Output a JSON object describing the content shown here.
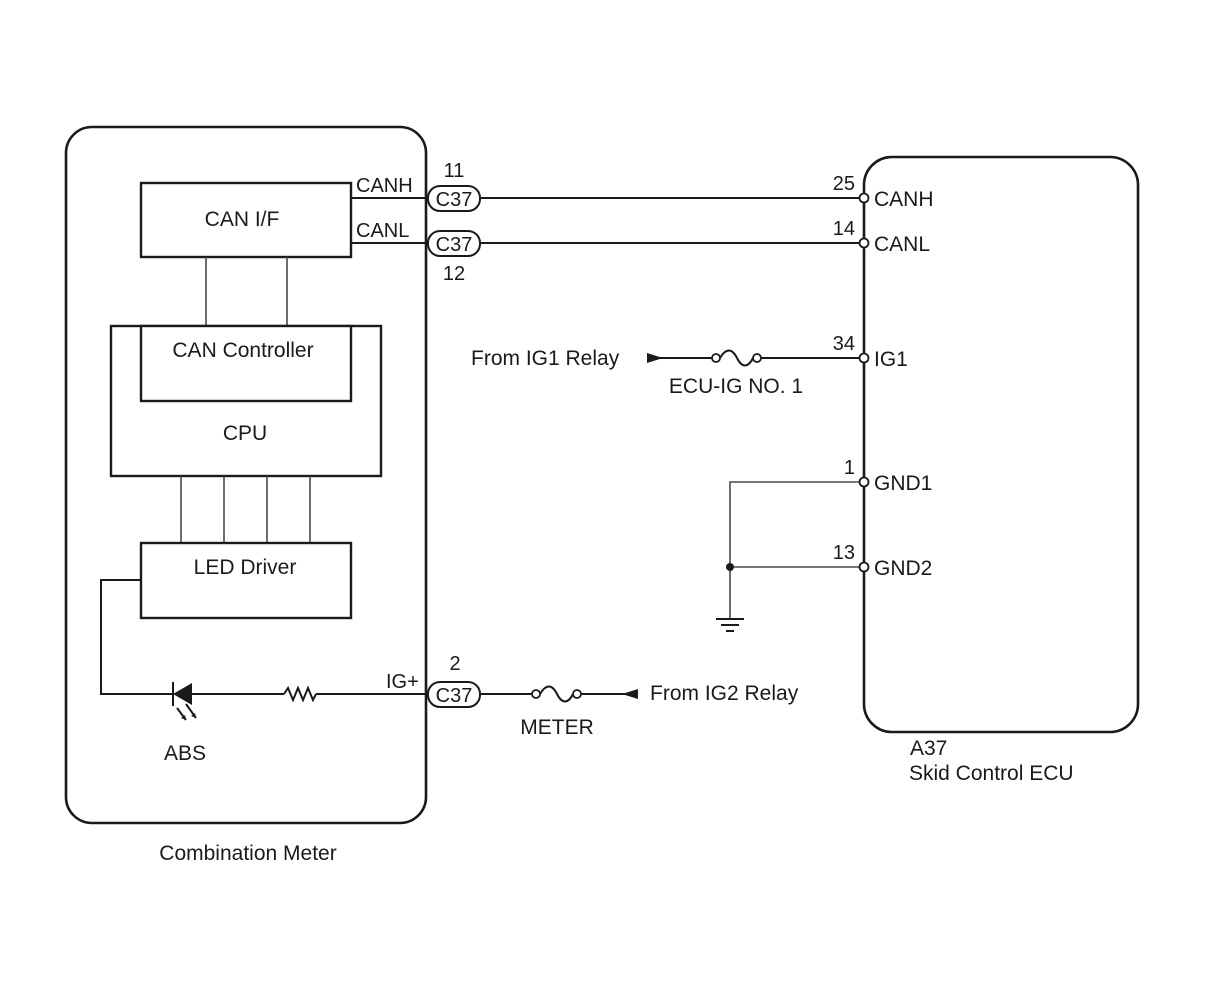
{
  "meter": {
    "name": "Combination Meter",
    "blocks": {
      "can_if": "CAN I/F",
      "can_controller": "CAN Controller",
      "cpu": "CPU",
      "led_driver": "LED Driver"
    },
    "led_label": "ABS",
    "signal_labels": {
      "canh": "CANH",
      "canl": "CANL",
      "ig": "IG+"
    }
  },
  "connectors": {
    "canh": {
      "code": "C37",
      "pin": "11"
    },
    "canl": {
      "code": "C37",
      "pin": "12"
    },
    "ig": {
      "code": "C37",
      "pin": "2"
    }
  },
  "ecu": {
    "code": "A37",
    "name": "Skid Control ECU",
    "terminals": [
      {
        "pin": "25",
        "label": "CANH"
      },
      {
        "pin": "14",
        "label": "CANL"
      },
      {
        "pin": "34",
        "label": "IG1"
      },
      {
        "pin": "1",
        "label": "GND1"
      },
      {
        "pin": "13",
        "label": "GND2"
      }
    ]
  },
  "sources": {
    "ig1": "From IG1 Relay",
    "ig2": "From IG2 Relay"
  },
  "fuses": {
    "ecu_ig": "ECU-IG NO. 1",
    "meter": "METER"
  }
}
